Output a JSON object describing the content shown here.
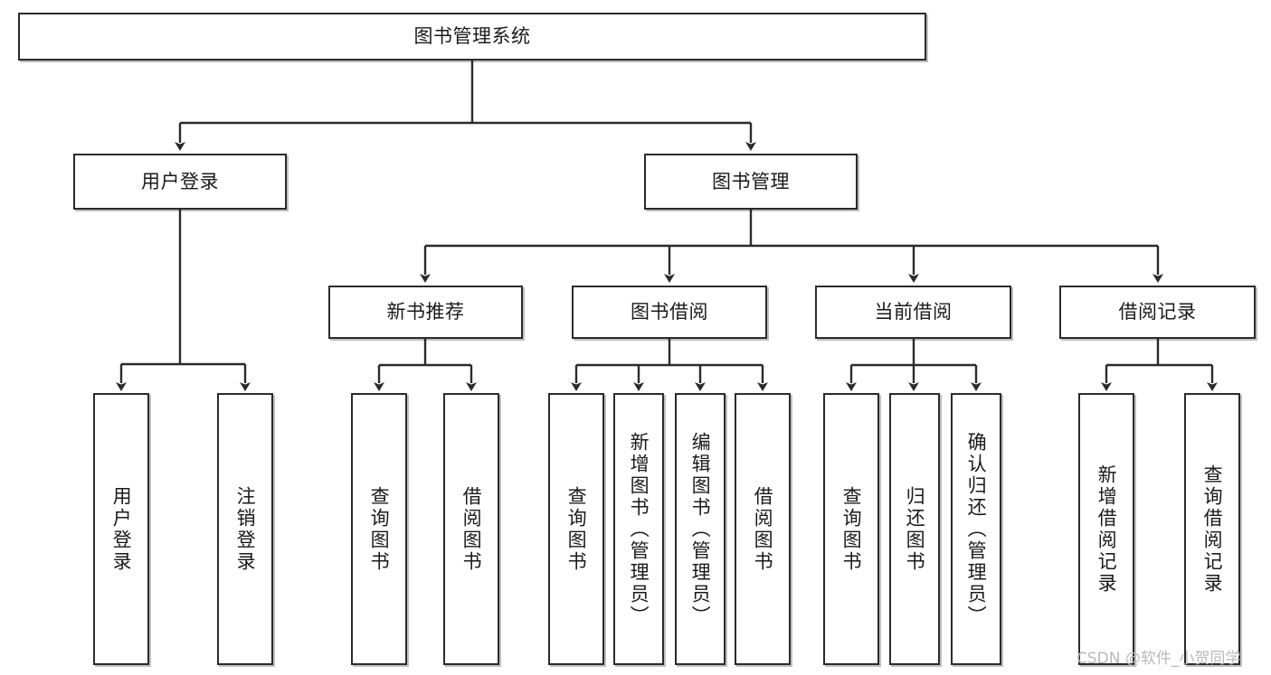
{
  "diagram": {
    "title": "图书管理系统",
    "type": "tree-hierarchy-chart",
    "colors": {
      "border": "#2b2b2b",
      "fill": "#ffffff",
      "connector": "#2b2b2b",
      "text": "#1a1a1a",
      "watermark": "#b9b9b9"
    },
    "nodes": {
      "root": {
        "label": "图书管理系统"
      },
      "level2": [
        {
          "label": "用户登录"
        },
        {
          "label": "图书管理"
        }
      ],
      "level3": [
        {
          "label": "新书推荐"
        },
        {
          "label": "图书借阅"
        },
        {
          "label": "当前借阅"
        },
        {
          "label": "借阅记录"
        }
      ],
      "leaves": {
        "user_login": [
          {
            "label": "用户登录"
          },
          {
            "label": "注销登录"
          }
        ],
        "new_book_recommend": [
          {
            "label": "查询图书"
          },
          {
            "label": "借阅图书"
          }
        ],
        "book_borrow": [
          {
            "label": "查询图书"
          },
          {
            "label": "新增图书（管理员）"
          },
          {
            "label": "编辑图书（管理员）"
          },
          {
            "label": "借阅图书"
          }
        ],
        "current_borrow": [
          {
            "label": "查询图书"
          },
          {
            "label": "归还图书"
          },
          {
            "label": "确认归还（管理员）"
          }
        ],
        "borrow_record": [
          {
            "label": "新增借阅记录"
          },
          {
            "label": "查询借阅记录"
          }
        ]
      }
    },
    "watermark": "CSDN @软件_小贺同学"
  }
}
